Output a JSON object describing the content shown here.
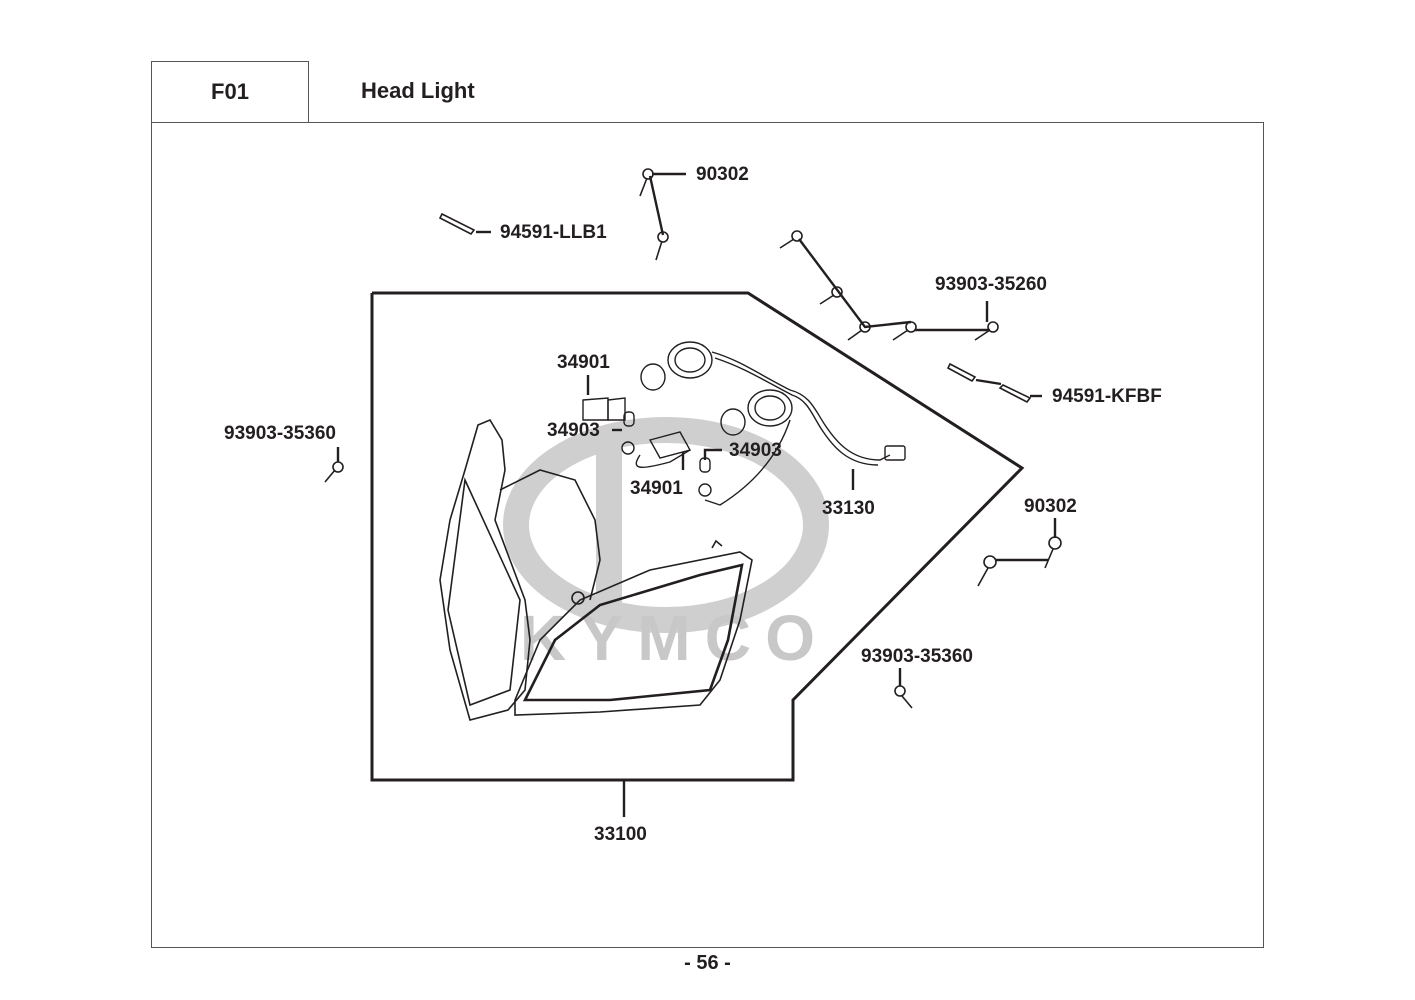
{
  "header": {
    "section_code": "F01",
    "section_title": "Head Light"
  },
  "watermark": {
    "brand_text": "KYMCO",
    "color": "#c8c8c8"
  },
  "callouts": [
    {
      "id": "c1",
      "part_no": "90302",
      "description": "bolt pair (top)"
    },
    {
      "id": "c2",
      "part_no": "94591-LLB1",
      "description": "tie strap"
    },
    {
      "id": "c3",
      "part_no": "93903-35260",
      "description": "screw set of four"
    },
    {
      "id": "c4",
      "part_no": "94591-KFBF",
      "description": "tie strap pair"
    },
    {
      "id": "c5",
      "part_no": "34901",
      "description": "headlight bulb (upper)"
    },
    {
      "id": "c6",
      "part_no": "34903",
      "description": "position bulb (left)"
    },
    {
      "id": "c7",
      "part_no": "34903",
      "description": "position bulb (right)"
    },
    {
      "id": "c8",
      "part_no": "34901",
      "description": "headlight bulb (lower)"
    },
    {
      "id": "c9",
      "part_no": "33130",
      "description": "wire harness"
    },
    {
      "id": "c10",
      "part_no": "93903-35360",
      "description": "screw (left)"
    },
    {
      "id": "c11",
      "part_no": "90302",
      "description": "bolt pair (right)"
    },
    {
      "id": "c12",
      "part_no": "93903-35360",
      "description": "screw (lower right)"
    },
    {
      "id": "c13",
      "part_no": "33100",
      "description": "headlight assembly"
    }
  ],
  "footer": {
    "page_number": "- 56 -"
  }
}
